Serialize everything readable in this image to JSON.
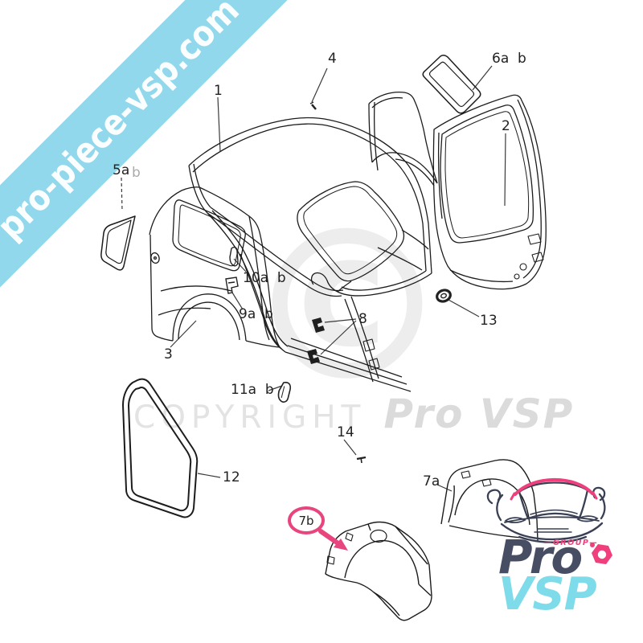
{
  "banner": {
    "text": "pro-piece-vsp.com"
  },
  "watermarks": {
    "symbol": "©",
    "copyright": "COPYRIGHT",
    "brand": "Pro VSP"
  },
  "labels": {
    "n1": "1",
    "n2": "2",
    "n3": "3",
    "n4": "4",
    "n5a": "5a",
    "n5b": "b",
    "n6": "6a  b",
    "n7a": "7a",
    "n7b": "7b",
    "n8": "8",
    "n9": "9a  b",
    "n10": "10a  b",
    "n11": "11a  b",
    "n12": "12",
    "n13": "13",
    "n14": "14"
  },
  "logo": {
    "group": "—GROUP—",
    "pro": "Pro",
    "vsp": "VSP"
  },
  "colors": {
    "banner_bg": "#92d8ec",
    "banner_text": "#ffffff",
    "highlight_pink": "#e8457f",
    "logo_dark": "#474d63",
    "logo_cyan": "#7edbe9",
    "logo_pink": "#ef3f7c",
    "diagram_line": "#1c1c1c",
    "watermark_gray": "#e3e3e3"
  }
}
